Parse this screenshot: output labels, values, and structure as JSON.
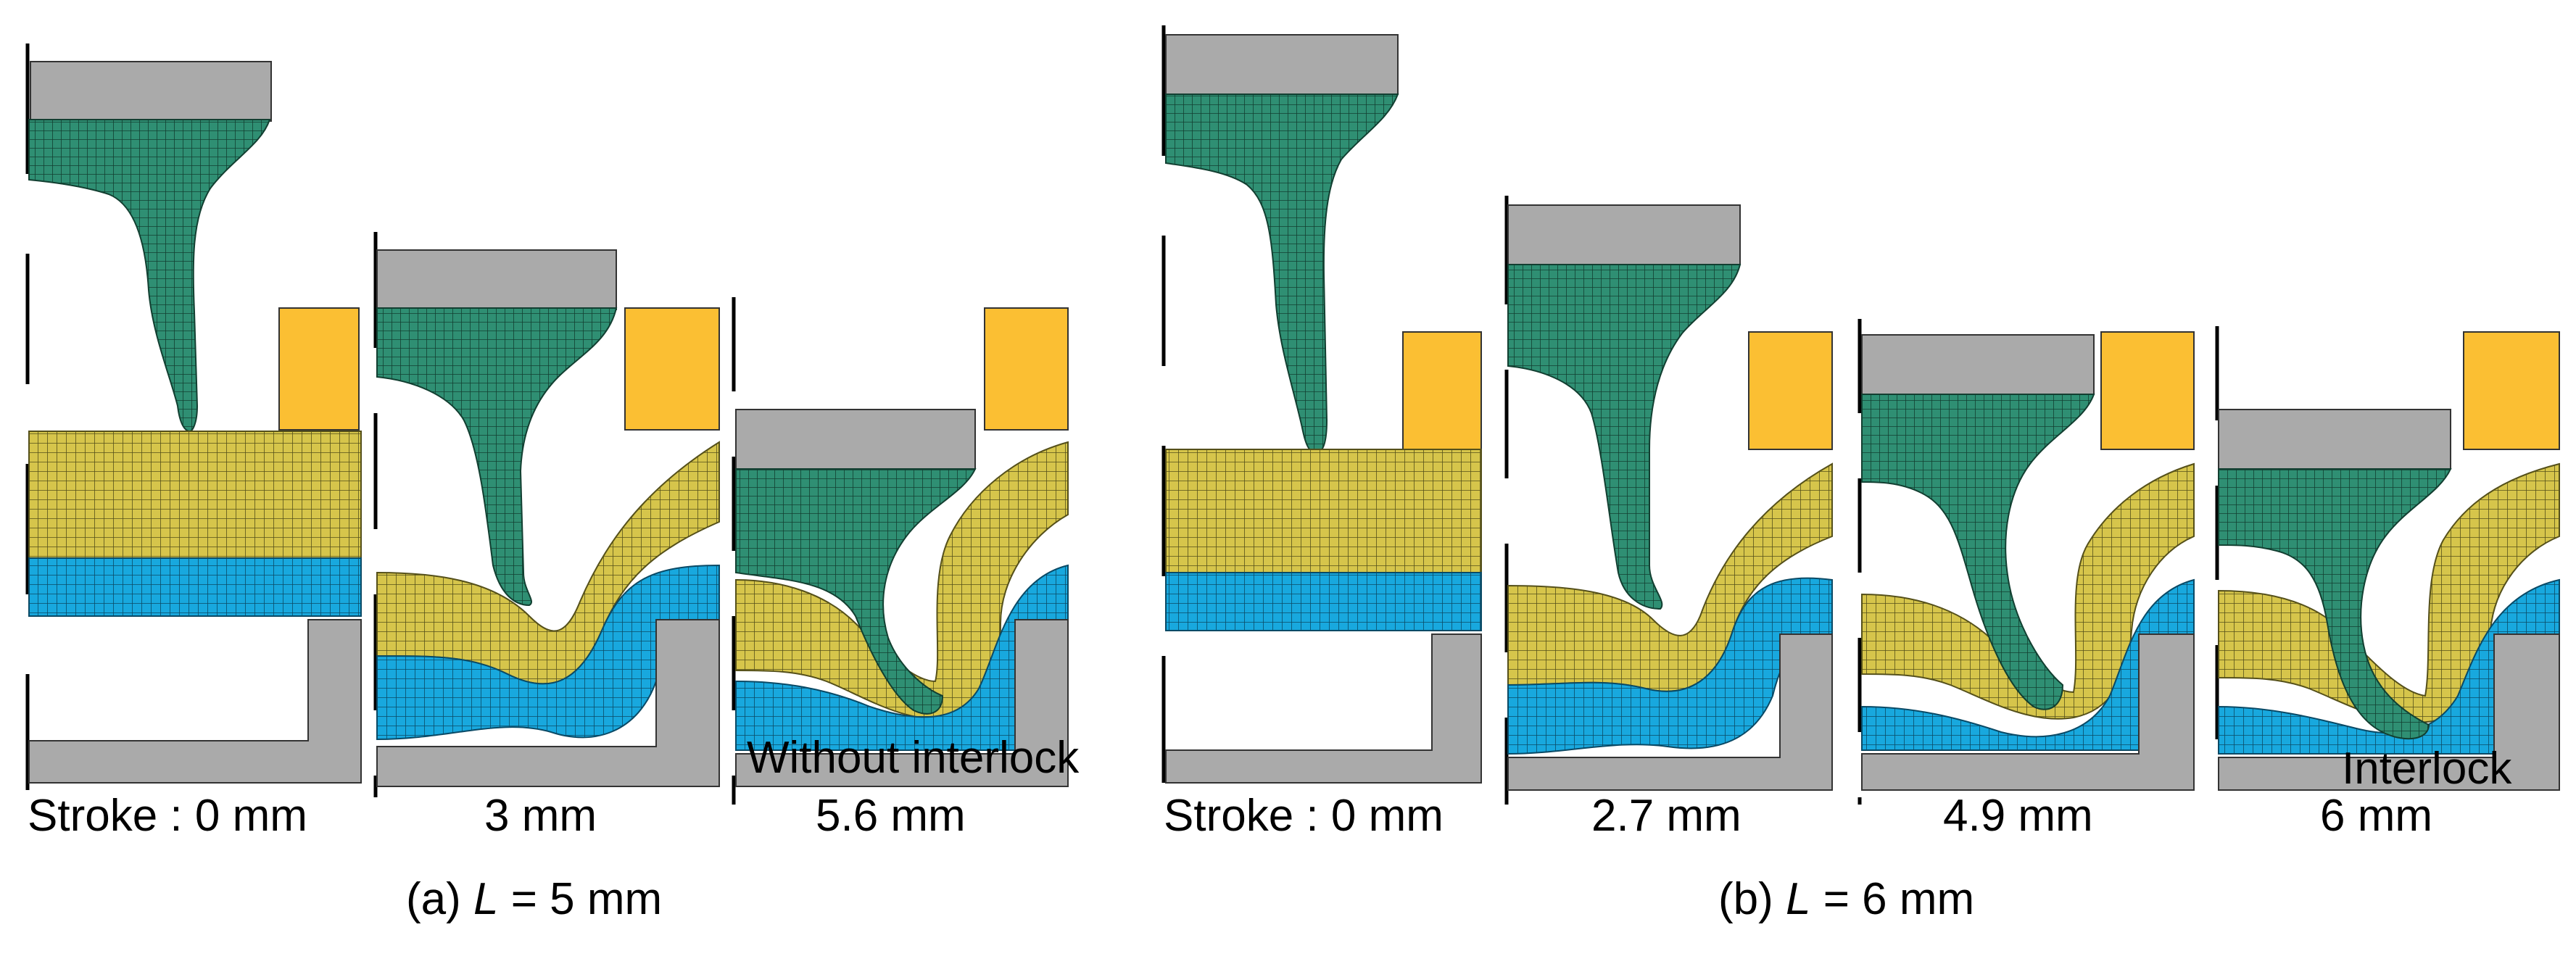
{
  "colors": {
    "punch": "#2f8f73",
    "punch_mesh": "#123f31",
    "blankholder": "#aaaaaa",
    "die": "#aaaaaa",
    "upper_sheet": "#d6c54b",
    "upper_sheet_mesh": "#55501a",
    "lower_sheet": "#18a8de",
    "lower_sheet_mesh": "#0a4a66",
    "clamp": "#fbbf33"
  },
  "groups": [
    {
      "caption_prefix": "(a) ",
      "caption_var": "L",
      "caption_suffix": " = 5 mm",
      "stages": [
        {
          "stroke_label": "Stroke : 0 mm",
          "note": ""
        },
        {
          "stroke_label": "3 mm",
          "note": ""
        },
        {
          "stroke_label": "5.6 mm",
          "note": "Without interlock"
        }
      ]
    },
    {
      "caption_prefix": "(b) ",
      "caption_var": "L",
      "caption_suffix": " = 6 mm",
      "stages": [
        {
          "stroke_label": "Stroke : 0 mm",
          "note": ""
        },
        {
          "stroke_label": "2.7 mm",
          "note": ""
        },
        {
          "stroke_label": "4.9 mm",
          "note": ""
        },
        {
          "stroke_label": "6 mm",
          "note": "Interlock"
        }
      ]
    }
  ]
}
